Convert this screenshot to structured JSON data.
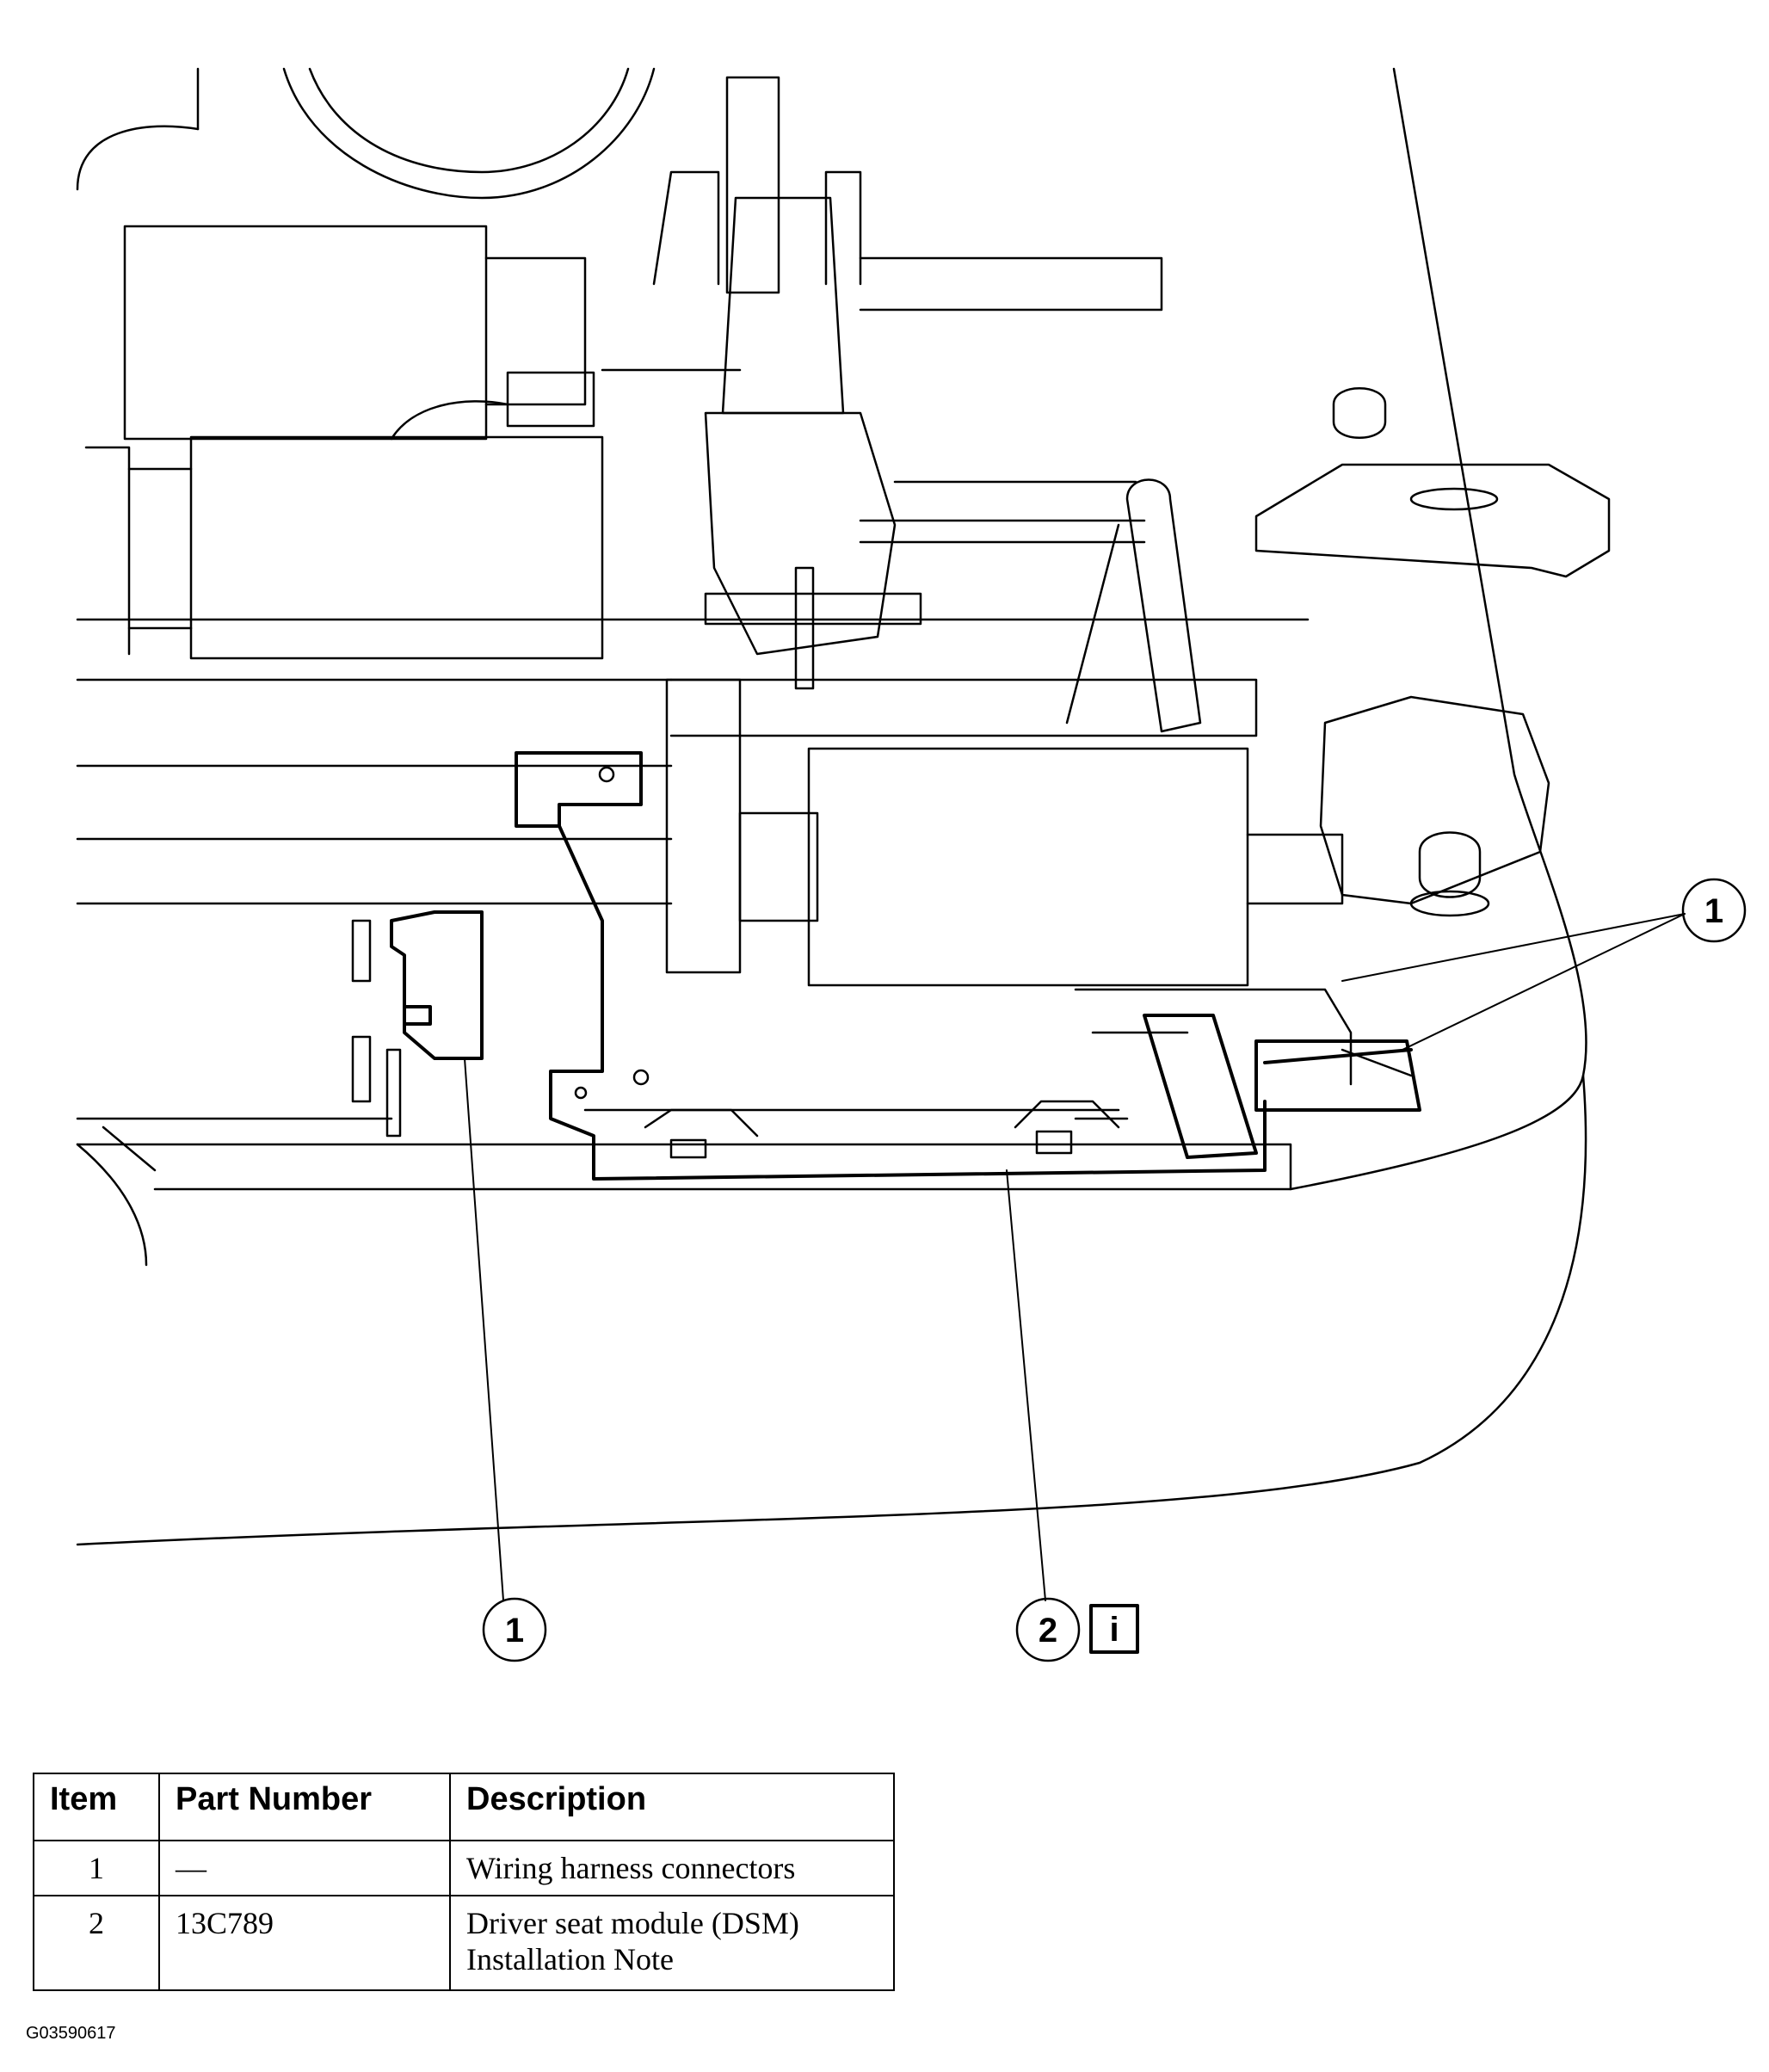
{
  "callouts": {
    "c1_right": "1",
    "c1_left": "1",
    "c2": "2",
    "info": "i"
  },
  "table": {
    "headers": {
      "item": "Item",
      "part_number": "Part Number",
      "description": "Description"
    },
    "rows": [
      {
        "item": "1",
        "part_number": "—",
        "description": "Wiring harness connectors",
        "note": ""
      },
      {
        "item": "2",
        "part_number": "13C789",
        "description": "Driver seat module (DSM)",
        "note": "Installation Note"
      }
    ]
  },
  "figure_code": "G03590617"
}
